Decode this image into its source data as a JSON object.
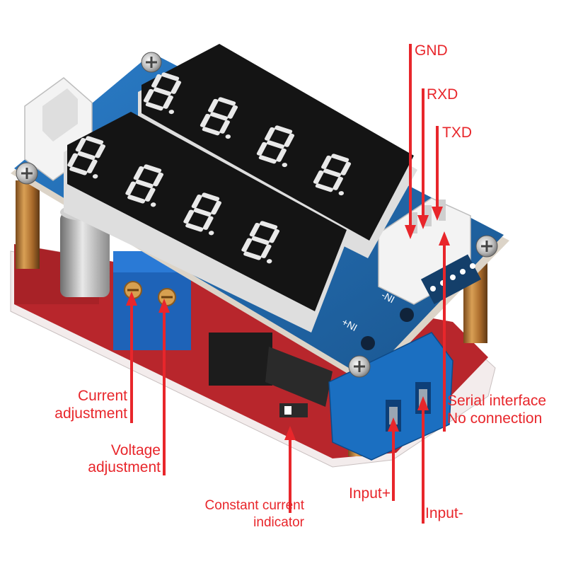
{
  "labels": {
    "gnd": "GND",
    "rxd": "RXD",
    "txd": "TXD",
    "current_adjustment_1": "Current",
    "current_adjustment_2": "adjustment",
    "voltage_adjustment_1": "Voltage",
    "voltage_adjustment_2": "adjustment",
    "constant_current_1": "Constant current",
    "constant_current_2": "indicator",
    "serial_interface_1": "Serial interface",
    "serial_interface_2": "No connection",
    "input_plus": "Input+",
    "input_minus": "Input-"
  },
  "board_marks": {
    "in_minus": "-NI",
    "in_plus": "+NI"
  },
  "colors": {
    "annotation": "#e8262b",
    "pcb_blue": "#1f64a8",
    "display": "#141414",
    "segment": "#e9e9e9",
    "brass": "#c98a3a",
    "base_red": "#b8262c",
    "connector_white": "#f3f3f3",
    "terminal_blue": "#1b6fc1"
  },
  "display": {
    "top_digits": "8.8.8.8",
    "bottom_digits": "8.8.8.8"
  }
}
